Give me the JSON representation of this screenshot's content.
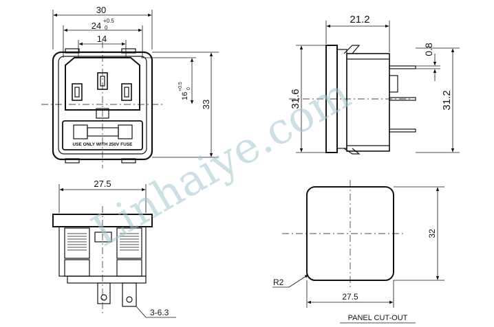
{
  "front_view": {
    "dims": {
      "width_overall": "30",
      "inner_nom": "24",
      "inner_tol_upper": "+0.5",
      "inner_tol_lower": "0",
      "pin_span": "14",
      "height": "33",
      "center_nom": "16",
      "center_tol_upper": "+0.5",
      "center_tol_lower": "0"
    },
    "fuse_label": "USE ONLY WITH 250V FUSE"
  },
  "side_view": {
    "dims": {
      "depth": "21.2",
      "flange": "0.8",
      "body_height": "31.6",
      "overall_height": "31.2"
    }
  },
  "bottom_view": {
    "dims": {
      "width": "27.5",
      "terminal": "3-6.3"
    }
  },
  "cutout_view": {
    "title": "PANEL CUT-OUT",
    "dims": {
      "width": "27.5",
      "height": "32",
      "radius": "R2"
    }
  },
  "watermark": "Linhaiye.com",
  "colors": {
    "line": "#111111",
    "watermark": "#9fc7cf",
    "background": "#ffffff"
  }
}
